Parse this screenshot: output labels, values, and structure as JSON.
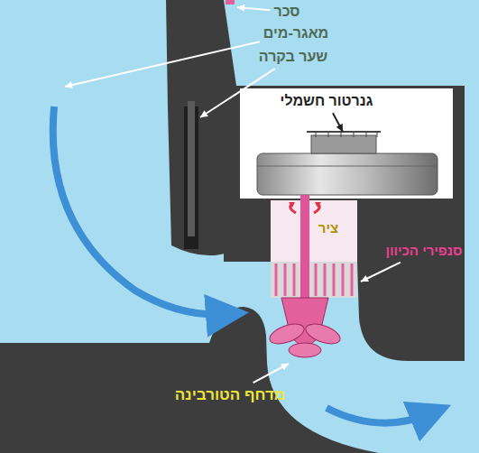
{
  "diagram": {
    "labels": [
      "סכר",
      "מאגר-מים",
      "שער בקרה",
      "גנרטור חשמלי",
      "ציר",
      "סנפירי הכיוון",
      "מדחף הטורבינה"
    ]
  }
}
